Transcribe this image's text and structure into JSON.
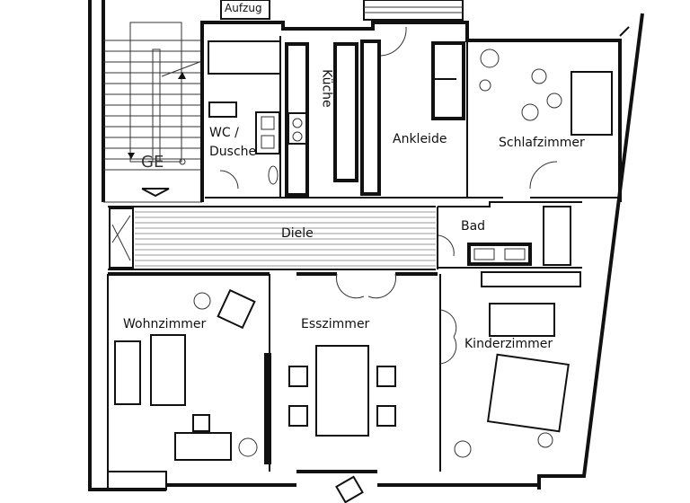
{
  "floorplan": {
    "labels": {
      "elevator": "Aufzug",
      "kitchen": "Küche",
      "wc_line1": "WC /",
      "wc_line2": "Dusche",
      "dressing_room": "Ankleide",
      "bedroom": "Schlafzimmer",
      "staircase": "GE",
      "hallway": "Diele",
      "bathroom": "Bad",
      "living_room": "Wohnzimmer",
      "dining_room": "Esszimmer",
      "childrens_room": "Kinderzimmer"
    }
  }
}
